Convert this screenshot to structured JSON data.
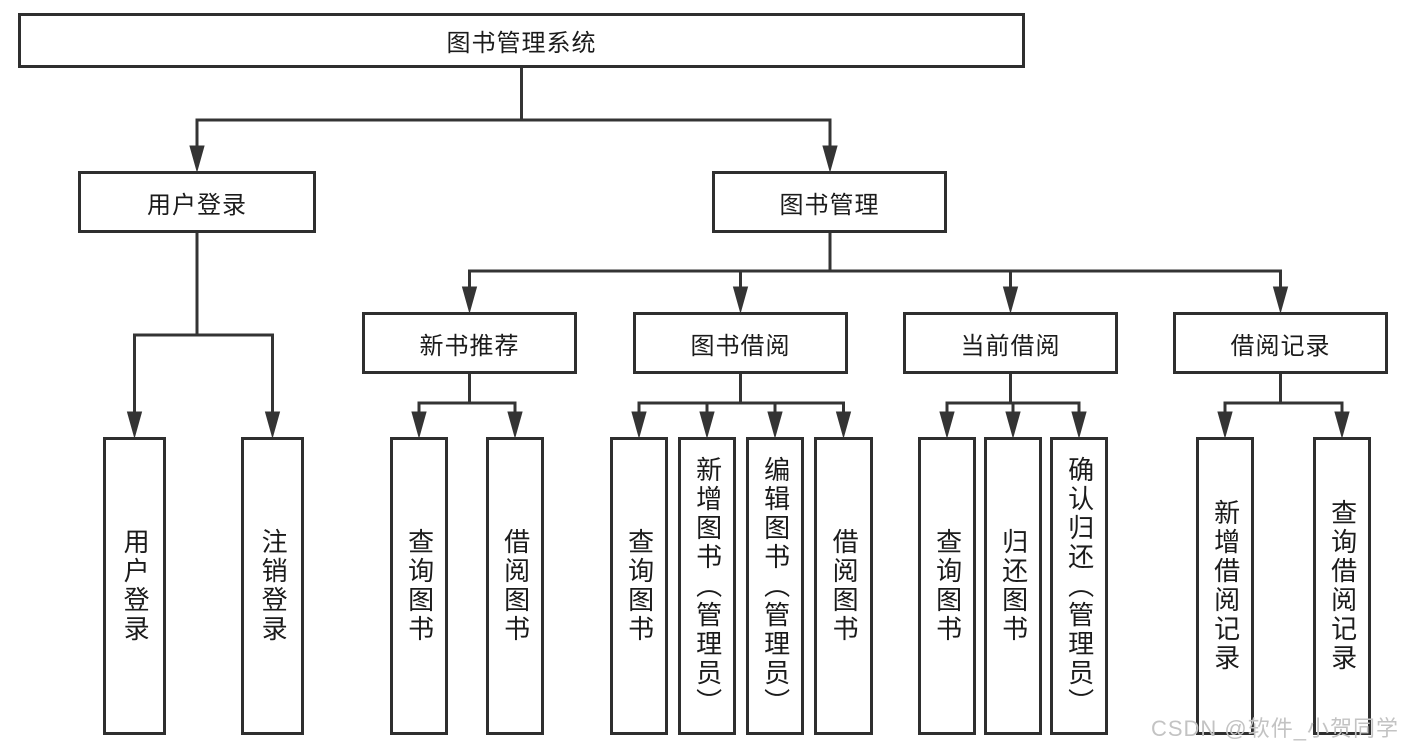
{
  "tree": {
    "root": {
      "label": "图书管理系统",
      "children": [
        {
          "label": "用户登录",
          "children": [
            {
              "label": "用户登录"
            },
            {
              "label": "注销登录"
            }
          ]
        },
        {
          "label": "图书管理",
          "children": [
            {
              "label": "新书推荐",
              "children": [
                {
                  "label": "查询图书"
                },
                {
                  "label": "借阅图书"
                }
              ]
            },
            {
              "label": "图书借阅",
              "children": [
                {
                  "label": "查询图书"
                },
                {
                  "label": "新增图书（管理员）"
                },
                {
                  "label": "编辑图书（管理员）"
                },
                {
                  "label": "借阅图书"
                }
              ]
            },
            {
              "label": "当前借阅",
              "children": [
                {
                  "label": "查询图书"
                },
                {
                  "label": "归还图书"
                },
                {
                  "label": "确认归还（管理员）"
                }
              ]
            },
            {
              "label": "借阅记录",
              "children": [
                {
                  "label": "新增借阅记录"
                },
                {
                  "label": "查询借阅记录"
                }
              ]
            }
          ]
        }
      ]
    }
  },
  "watermark": {
    "text": "CSDN @软件_小贺同学",
    "color": "#c3c3c3"
  },
  "colors": {
    "line": "#343434",
    "box_border": "#2f2f2f",
    "text": "#1b1b1b",
    "background": "#ffffff"
  }
}
